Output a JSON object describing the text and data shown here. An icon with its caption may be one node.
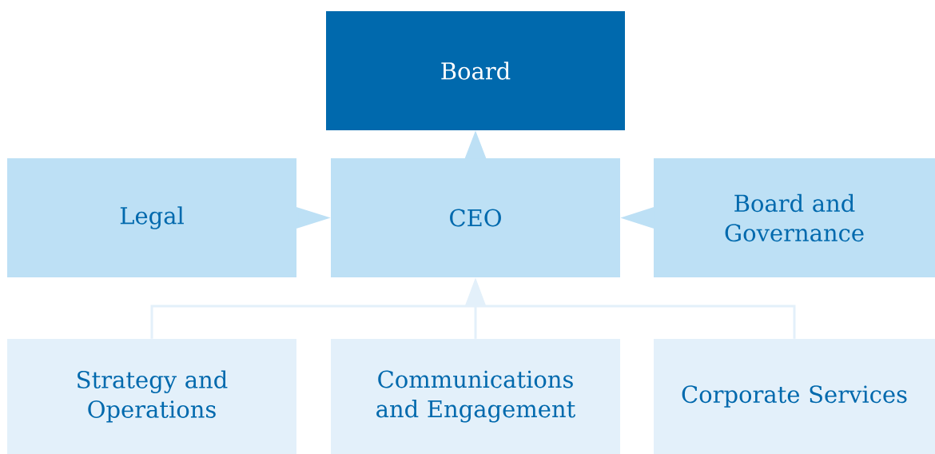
{
  "diagram": {
    "nodes": [
      {
        "text": [
          "Board"
        ]
      },
      {
        "text": [
          "CEO"
        ]
      },
      {
        "text": [
          "Legal"
        ]
      },
      {
        "text": [
          "Board and Governance"
        ]
      },
      {
        "text": [
          "Strategy and Operations"
        ]
      },
      {
        "text": [
          "Communications and Engagement"
        ]
      },
      {
        "text": [
          "Corporate Services"
        ]
      }
    ],
    "edges": [
      {
        "from": 1,
        "to": 0,
        "arrow": "to"
      },
      {
        "from": 2,
        "to": 1,
        "arrow": "to"
      },
      {
        "from": 3,
        "to": 1,
        "arrow": "to"
      },
      {
        "from": 4,
        "to": 1,
        "arrow": "to",
        "color": "#e3f0fa"
      },
      {
        "from": 5,
        "to": 1,
        "arrow": "to",
        "color": "#e3f0fa"
      },
      {
        "from": 6,
        "to": 1,
        "arrow": "to",
        "color": "#e3f0fa"
      }
    ]
  }
}
